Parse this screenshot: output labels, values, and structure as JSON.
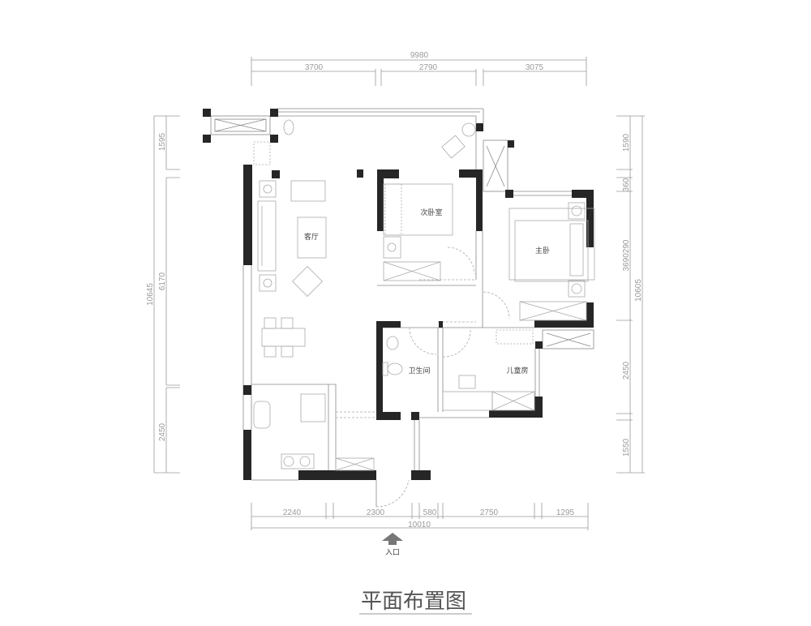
{
  "title": "平面布置图",
  "entrance_label": "入口",
  "rooms": {
    "living": "客厅",
    "second_bedroom": "次卧室",
    "master_bedroom": "主卧",
    "bathroom": "卫生间",
    "kids_room": "儿童房"
  },
  "dimensions": {
    "top_total": "9980",
    "top": [
      "3700",
      "2790",
      "3075"
    ],
    "bottom_total": "10010",
    "bottom": [
      "2240",
      "2300",
      "580",
      "2750",
      "1295"
    ],
    "left_total": "10645",
    "left": [
      "1595",
      "6170",
      "2450"
    ],
    "right_total": "10605",
    "right": [
      "1590",
      "360",
      "3690290",
      "2450",
      "1550"
    ]
  }
}
